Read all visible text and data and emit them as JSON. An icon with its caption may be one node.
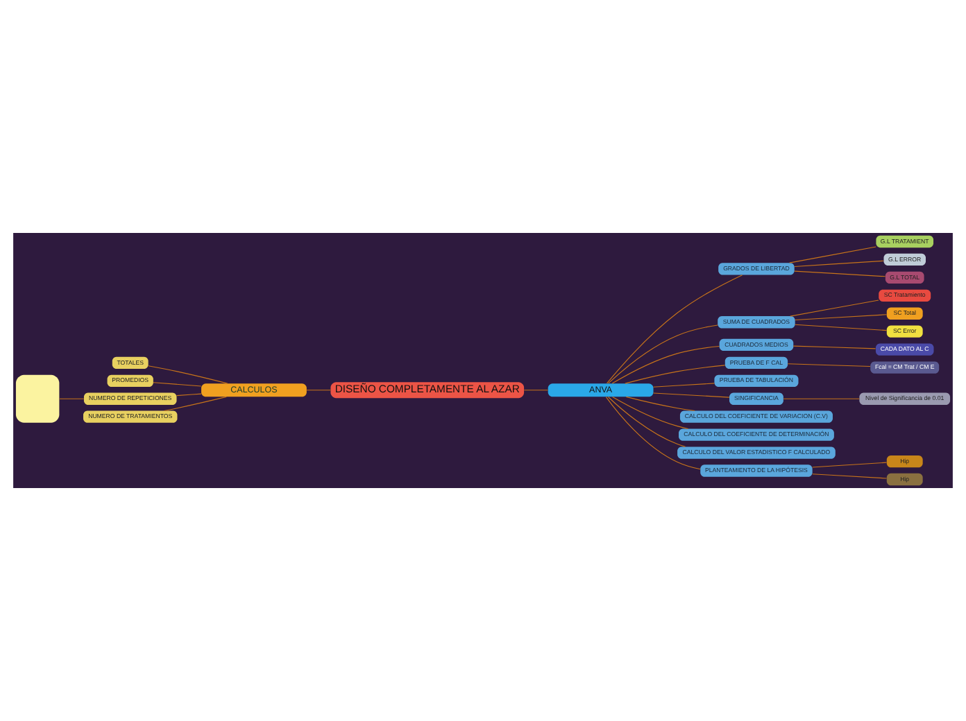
{
  "diagram": {
    "nodes": [
      {
        "text": [
          "DISEÑO COMPLETAMENTE AL AZAR"
        ]
      },
      {
        "text": [
          "CALCULOS"
        ]
      },
      {
        "text": [
          "TOTALES"
        ]
      },
      {
        "text": [
          "PROMEDIOS"
        ]
      },
      {
        "text": [
          "NUMERO DE REPETICIONES"
        ]
      },
      {
        "text": [
          "NUMERO DE TRATAMIENTOS"
        ]
      },
      {
        "text": [],
        "shape": "box"
      },
      {
        "text": [
          "ANVA"
        ]
      },
      {
        "text": [
          "GRADOS DE LIBERTAD"
        ]
      },
      {
        "text": [
          "G.L TRATAMIENT"
        ]
      },
      {
        "text": [
          "G.L ERROR"
        ]
      },
      {
        "text": [
          "G.L TOTAL"
        ]
      },
      {
        "text": [
          "SUMA DE CUADRADOS"
        ]
      },
      {
        "text": [
          "SC Tratamiento"
        ]
      },
      {
        "text": [
          "SC Total"
        ]
      },
      {
        "text": [
          "SC Error"
        ]
      },
      {
        "text": [
          "CUADRADOS MEDIOS"
        ]
      },
      {
        "text": [
          "CADA DATO AL C"
        ]
      },
      {
        "text": [
          "PRUEBA DE F CAL"
        ]
      },
      {
        "text": [
          "Fcal = CM Trat / CM E"
        ]
      },
      {
        "text": [
          "PRUEBA DE TABULACIÓN"
        ]
      },
      {
        "text": [
          "SINGIFICANCIA"
        ]
      },
      {
        "text": [
          "Nivel de Significancia de 0.01"
        ]
      },
      {
        "text": [
          "CALCULO DEL COEFICIENTE DE VARIACION (C.V)"
        ]
      },
      {
        "text": [
          "CALCULO DEL COEFICIENTE DE DETERMINACIÓN"
        ]
      },
      {
        "text": [
          "CALCULO DEL VALOR ESTADISTICO F CALCULADO"
        ]
      },
      {
        "text": [
          "PLANTEAMIENTO DE LA HIPÓTESIS"
        ]
      },
      {
        "text": [
          "Hip"
        ]
      },
      {
        "text": [
          "Hip"
        ]
      }
    ],
    "edges": [
      {
        "from": 0,
        "to": 1,
        "arrow": "none"
      },
      {
        "from": 1,
        "to": 2,
        "arrow": "none"
      },
      {
        "from": 1,
        "to": 3,
        "arrow": "none"
      },
      {
        "from": 1,
        "to": 4,
        "arrow": "none"
      },
      {
        "from": 1,
        "to": 5,
        "arrow": "none"
      },
      {
        "from": 4,
        "to": 6,
        "arrow": "none"
      },
      {
        "from": 0,
        "to": 7,
        "arrow": "none"
      },
      {
        "from": 7,
        "to": 8,
        "arrow": "none"
      },
      {
        "from": 8,
        "to": 9,
        "arrow": "none"
      },
      {
        "from": 8,
        "to": 10,
        "arrow": "none"
      },
      {
        "from": 8,
        "to": 11,
        "arrow": "none"
      },
      {
        "from": 7,
        "to": 12,
        "arrow": "none"
      },
      {
        "from": 12,
        "to": 13,
        "arrow": "none"
      },
      {
        "from": 12,
        "to": 14,
        "arrow": "none"
      },
      {
        "from": 12,
        "to": 15,
        "arrow": "none"
      },
      {
        "from": 7,
        "to": 16,
        "arrow": "none"
      },
      {
        "from": 16,
        "to": 17,
        "arrow": "none"
      },
      {
        "from": 7,
        "to": 18,
        "arrow": "none"
      },
      {
        "from": 18,
        "to": 19,
        "arrow": "none"
      },
      {
        "from": 7,
        "to": 20,
        "arrow": "none"
      },
      {
        "from": 7,
        "to": 21,
        "arrow": "none"
      },
      {
        "from": 21,
        "to": 22,
        "arrow": "none"
      },
      {
        "from": 7,
        "to": 23,
        "arrow": "none"
      },
      {
        "from": 7,
        "to": 24,
        "arrow": "none"
      },
      {
        "from": 7,
        "to": 25,
        "arrow": "none"
      },
      {
        "from": 7,
        "to": 26,
        "arrow": "none"
      },
      {
        "from": 26,
        "to": 27,
        "arrow": "none"
      },
      {
        "from": 26,
        "to": 28,
        "arrow": "none"
      }
    ]
  }
}
